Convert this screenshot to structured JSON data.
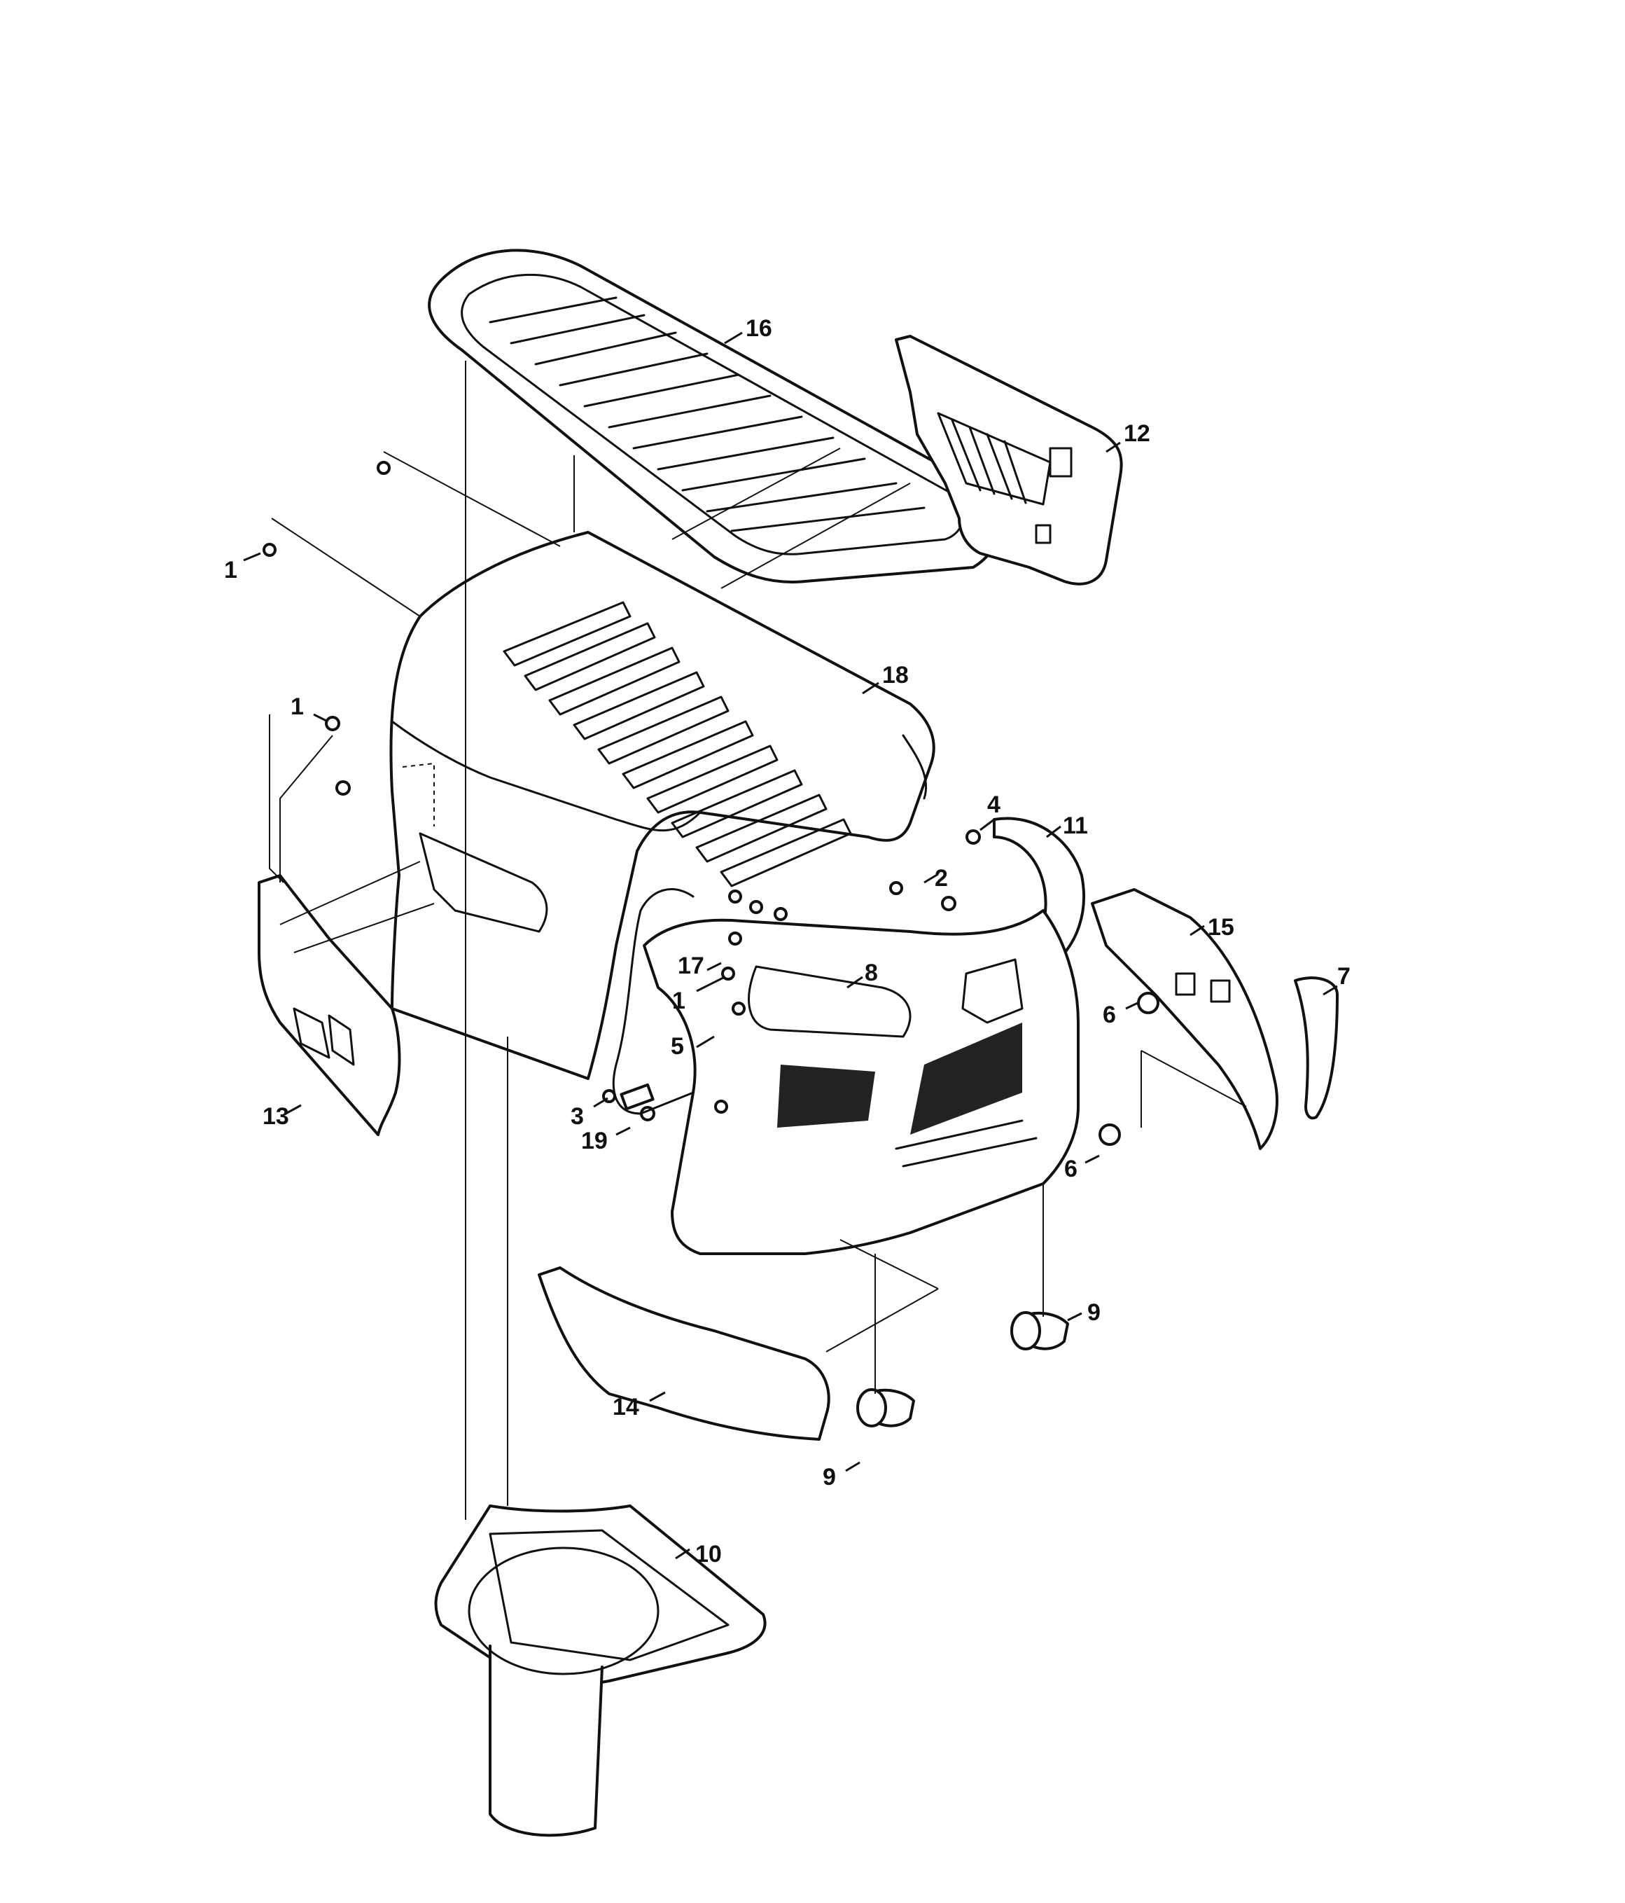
{
  "diagram": {
    "callouts": [
      {
        "id": "c16",
        "text": "16"
      },
      {
        "id": "c12",
        "text": "12"
      },
      {
        "id": "c1a",
        "text": "1"
      },
      {
        "id": "c18",
        "text": "18"
      },
      {
        "id": "c1b",
        "text": "1"
      },
      {
        "id": "c4",
        "text": "4"
      },
      {
        "id": "c11",
        "text": "11"
      },
      {
        "id": "c2",
        "text": "2"
      },
      {
        "id": "c15",
        "text": "15"
      },
      {
        "id": "c8",
        "text": "8"
      },
      {
        "id": "c17",
        "text": "17"
      },
      {
        "id": "c6a",
        "text": "6"
      },
      {
        "id": "c7",
        "text": "7"
      },
      {
        "id": "c1c",
        "text": "1"
      },
      {
        "id": "c5",
        "text": "5"
      },
      {
        "id": "c13",
        "text": "13"
      },
      {
        "id": "c3",
        "text": "3"
      },
      {
        "id": "c19",
        "text": "19"
      },
      {
        "id": "c6b",
        "text": "6"
      },
      {
        "id": "c9a",
        "text": "9"
      },
      {
        "id": "c14",
        "text": "14"
      },
      {
        "id": "c9b",
        "text": "9"
      },
      {
        "id": "c10",
        "text": "10"
      }
    ]
  }
}
